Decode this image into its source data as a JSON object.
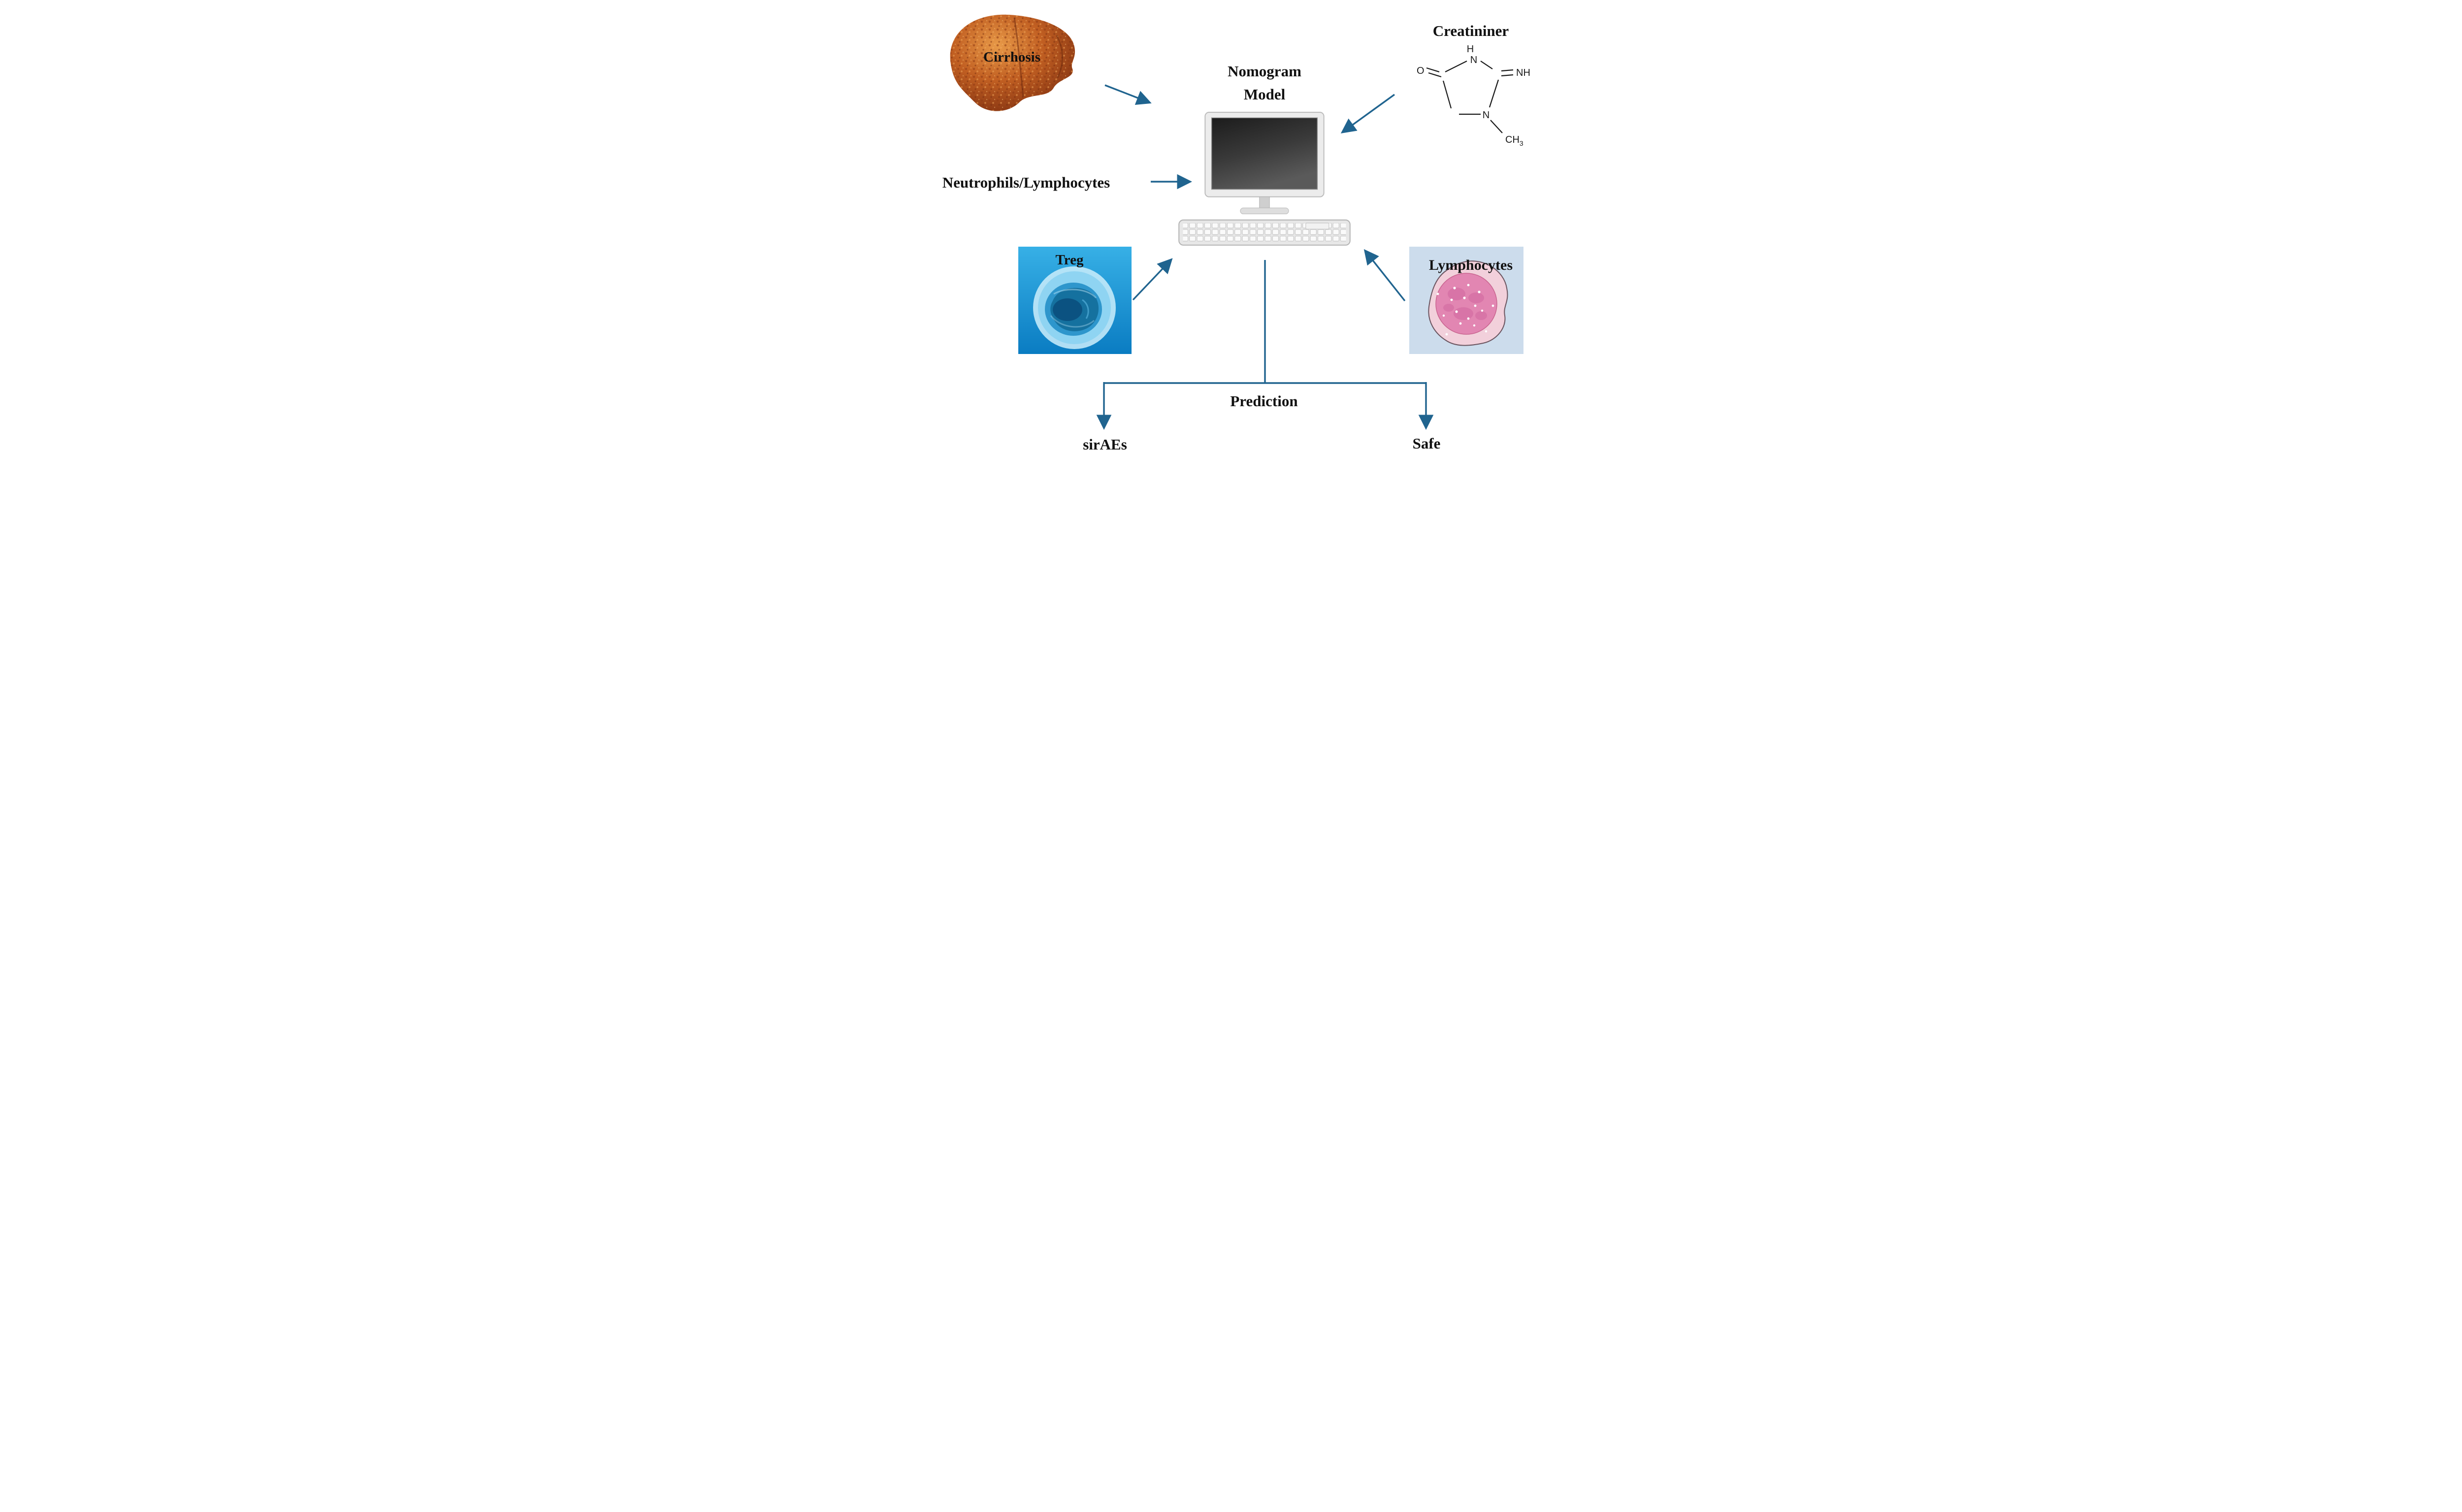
{
  "nodes": {
    "cirrhosis": {
      "label": "Cirrhosis"
    },
    "creatinine": {
      "label": "Creatininer"
    },
    "nomogram": {
      "line1": "Nomogram",
      "line2": "Model"
    },
    "neutrophils": {
      "label": "Neutrophils/Lymphocytes"
    },
    "treg": {
      "label": "Treg"
    },
    "lymphocytes": {
      "label": "Lymphocytes"
    },
    "prediction": {
      "label": "Prediction"
    },
    "outcomes": {
      "siraes": "sirAEs",
      "safe": "Safe"
    }
  },
  "chem": {
    "o": "O",
    "h_top": "H",
    "n_top": "N",
    "nh_right": "NH",
    "n_ring": "N",
    "ch3_main": "CH",
    "ch3_sub": "3"
  },
  "colors": {
    "arrow": "#20648f",
    "label_text": "#111111",
    "treg_background": "#1390cf",
    "lymphocyte_background": "#ccdcec",
    "liver": "#b4511e"
  }
}
